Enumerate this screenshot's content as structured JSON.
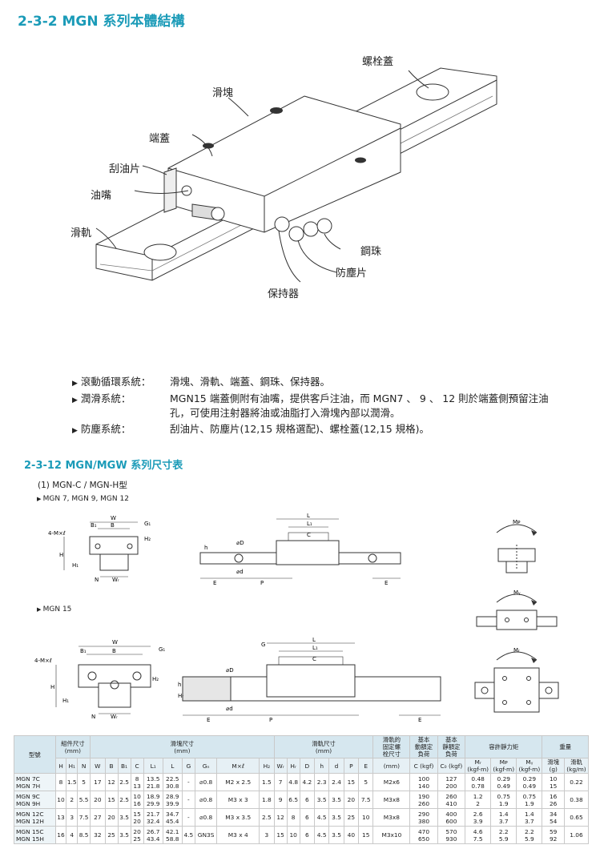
{
  "section1": {
    "title": "2-3-2  MGN 系列本體結構",
    "callouts": {
      "bolt_cap": "螺栓蓋",
      "block": "滑塊",
      "end_cap": "端蓋",
      "scraper": "刮油片",
      "grease_nipple": "油嘴",
      "rail": "滑軌",
      "steel_ball": "鋼珠",
      "dust_seal": "防塵片",
      "retainer": "保持器"
    },
    "features": [
      {
        "label": "滾動循環系統：",
        "text": "滑塊、滑軌、端蓋、鋼珠、保持器。"
      },
      {
        "label": "潤滑系統：",
        "text": "MGN15 端蓋側附有油嘴，提供客戶注油，而 MGN7 、 9 、 12 則於端蓋側預留注油",
        "text2": "孔，可使用注射器將油或油脂打入滑塊內部以潤滑。"
      },
      {
        "label": "防塵系統：",
        "text": "刮油片、防塵片(12,15 規格選配)、螺栓蓋(12,15 規格)。"
      }
    ]
  },
  "section2": {
    "title": "2-3-12   MGN/MGW 系列尺寸表",
    "subtitle": "(1) MGN-C / MGN-H型",
    "group1": "MGN 7, MGN 9, MGN 12",
    "group2": "MGN 15"
  },
  "drawing_labels": {
    "W": "W",
    "B": "B",
    "B1": "B₁",
    "G1": "G₁",
    "H": "H",
    "H1": "H₁",
    "H2": "H₂",
    "N": "N",
    "WR": "Wᵣ",
    "HR": "Hᵣ",
    "M": "4-M×ℓ",
    "L": "L",
    "L1": "L₁",
    "C": "C",
    "D": "⌀D",
    "d": "⌀d",
    "h": "h",
    "E": "E",
    "P": "P",
    "G": "G",
    "G1b": "G₁",
    "MP": "Mᴘ",
    "MY": "Mᵧ",
    "MR": "Mᵣ"
  },
  "table": {
    "header": {
      "model": "型號",
      "assembly": "組件尺寸\n(mm)",
      "block": "滑塊尺寸\n(mm)",
      "rail": "滑軌尺寸\n(mm)",
      "bolt": "滑軌的\n固定螺\n栓尺寸",
      "dyn": "基本\n動額定\n負荷",
      "stat": "基本\n靜額定\n負荷",
      "moment": "容許靜力矩",
      "weight": "重量",
      "MR": "Mᵣ",
      "MP": "Mᴘ",
      "MY": "Mᵧ",
      "block_w": "滑塊",
      "rail_w": "滑軌"
    },
    "subheader": [
      "H",
      "H₁",
      "N",
      "W",
      "B",
      "B₁",
      "C",
      "L₁",
      "L",
      "G",
      "Gₙ",
      "M×ℓ",
      "H₂",
      "Wᵣ",
      "Hᵣ",
      "D",
      "h",
      "d",
      "P",
      "E",
      "(mm)",
      "C (kgf)",
      "C₀ (kgf)",
      "(kgf-m)",
      "(kgf-m)",
      "(kgf-m)",
      "(g)",
      "(kg/m)"
    ],
    "rows": [
      {
        "models": [
          "MGN 7C",
          "MGN 7H"
        ],
        "H": "8",
        "H1": "1.5",
        "N": "5",
        "W": "17",
        "B": "12",
        "B1": "2.5",
        "C": [
          "8",
          "13"
        ],
        "L1": [
          "13.5",
          "21.8"
        ],
        "L": [
          "22.5",
          "30.8"
        ],
        "G": "-",
        "Gn": "⌀0.8",
        "M": "M2 x 2.5",
        "H2": "1.5",
        "WR": "7",
        "HR": "4.8",
        "D": "4.2",
        "h": "2.3",
        "d": "2.4",
        "P": "15",
        "E": "5",
        "bolt": "M2x6",
        "Cd": [
          "100",
          "140"
        ],
        "C0": [
          "127",
          "200"
        ],
        "MR": [
          "0.48",
          "0.78"
        ],
        "MP": [
          "0.29",
          "0.49"
        ],
        "MY": [
          "0.29",
          "0.49"
        ],
        "wb": [
          "10",
          "15"
        ],
        "wr": "0.22"
      },
      {
        "models": [
          "MGN 9C",
          "MGN 9H"
        ],
        "H": "10",
        "H1": "2",
        "N": "5.5",
        "W": "20",
        "B": "15",
        "B1": "2.5",
        "C": [
          "10",
          "16"
        ],
        "L1": [
          "18.9",
          "29.9"
        ],
        "L": [
          "28.9",
          "39.9"
        ],
        "G": "-",
        "Gn": "⌀0.8",
        "M": "M3 x 3",
        "H2": "1.8",
        "WR": "9",
        "HR": "6.5",
        "D": "6",
        "h": "3.5",
        "d": "3.5",
        "P": "20",
        "E": "7.5",
        "bolt": "M3x8",
        "Cd": [
          "190",
          "260"
        ],
        "C0": [
          "260",
          "410"
        ],
        "MR": [
          "1.2",
          "2"
        ],
        "MP": [
          "0.75",
          "1.9"
        ],
        "MY": [
          "0.75",
          "1.9"
        ],
        "wb": [
          "16",
          "26"
        ],
        "wr": "0.38"
      },
      {
        "models": [
          "MGN 12C",
          "MGN 12H"
        ],
        "H": "13",
        "H1": "3",
        "N": "7.5",
        "W": "27",
        "B": "20",
        "B1": "3.5",
        "C": [
          "15",
          "20"
        ],
        "L1": [
          "21.7",
          "32.4"
        ],
        "L": [
          "34.7",
          "45.4"
        ],
        "G": "-",
        "Gn": "⌀0.8",
        "M": "M3 x 3.5",
        "H2": "2.5",
        "WR": "12",
        "HR": "8",
        "D": "6",
        "h": "4.5",
        "d": "3.5",
        "P": "25",
        "E": "10",
        "bolt": "M3x8",
        "Cd": [
          "290",
          "380"
        ],
        "C0": [
          "400",
          "600"
        ],
        "MR": [
          "2.6",
          "3.9"
        ],
        "MP": [
          "1.4",
          "3.7"
        ],
        "MY": [
          "1.4",
          "3.7"
        ],
        "wb": [
          "34",
          "54"
        ],
        "wr": "0.65"
      },
      {
        "models": [
          "MGN 15C",
          "MGN 15H"
        ],
        "H": "16",
        "H1": "4",
        "N": "8.5",
        "W": "32",
        "B": "25",
        "B1": "3.5",
        "C": [
          "20",
          "25"
        ],
        "L1": [
          "26.7",
          "43.4"
        ],
        "L": [
          "42.1",
          "58.8"
        ],
        "G": "4.5",
        "Gn": "GN3S",
        "M": "M3 x 4",
        "H2": "3",
        "WR": "15",
        "HR": "10",
        "D": "6",
        "h": "4.5",
        "d": "3.5",
        "P": "40",
        "E": "15",
        "bolt": "M3x10",
        "Cd": [
          "470",
          "650"
        ],
        "C0": [
          "570",
          "930"
        ],
        "MR": [
          "4.6",
          "7.5"
        ],
        "MP": [
          "2.2",
          "5.9"
        ],
        "MY": [
          "2.2",
          "5.9"
        ],
        "wb": [
          "59",
          "92"
        ],
        "wr": "1.06"
      }
    ]
  }
}
